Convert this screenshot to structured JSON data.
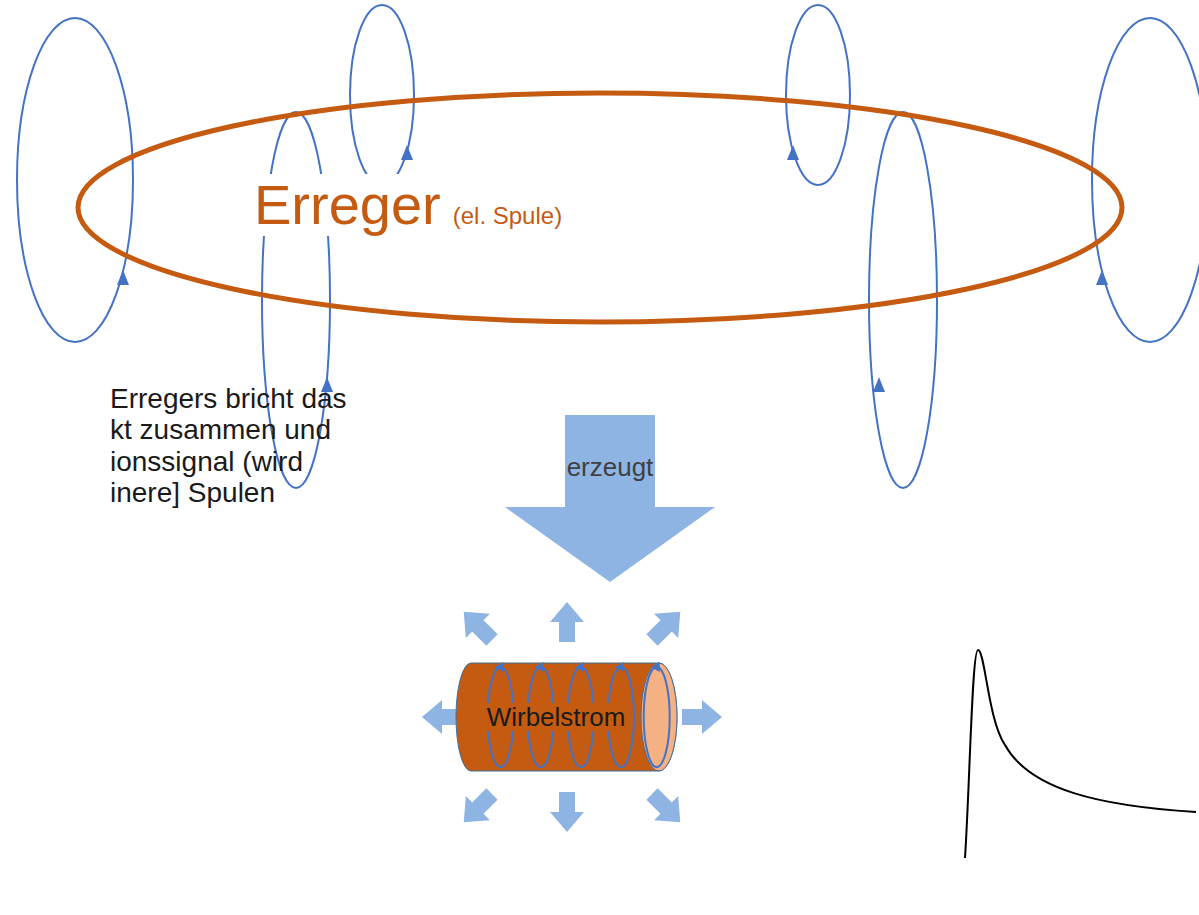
{
  "diagram": {
    "nodes": [
      {
        "text": [
          "Erreger",
          "(el. Spule)"
        ]
      },
      {
        "text": [
          "Wirbelstrom"
        ]
      }
    ],
    "edges": [
      {
        "from": 0,
        "to": 1,
        "arrow": "to",
        "label": "erzeugt"
      }
    ],
    "labels": [
      "Erregers bricht das kt zusammen und ionssignal (wird inere] Spulen"
    ]
  }
}
